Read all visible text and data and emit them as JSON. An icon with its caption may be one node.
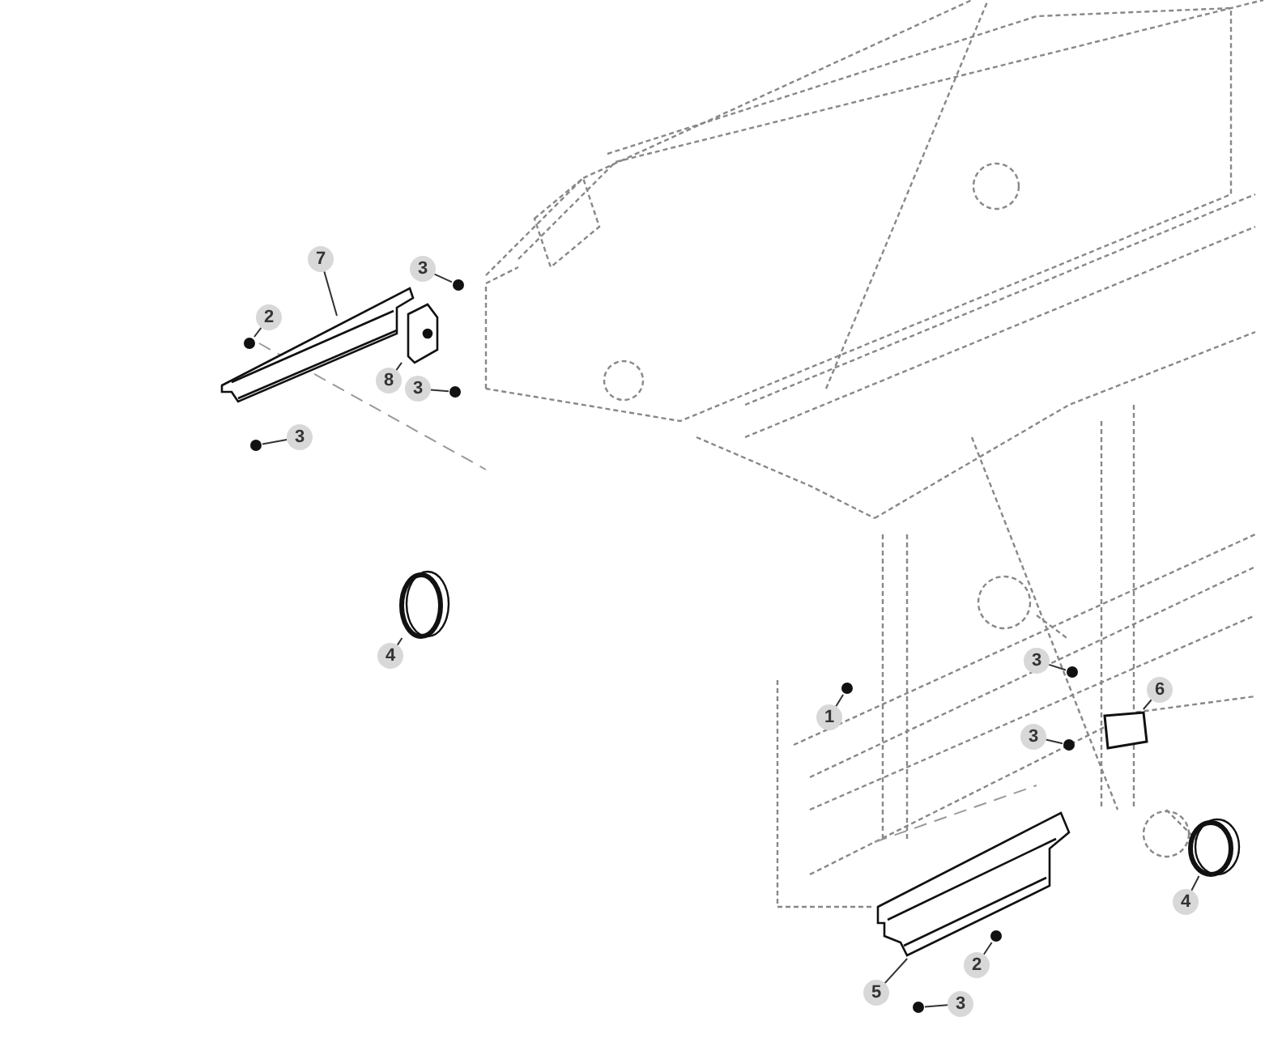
{
  "diagram": {
    "nodes": [
      {
        "text": [
          "7"
        ]
      },
      {
        "text": [],
        "shape": "picture"
      },
      {
        "text": [
          "2"
        ]
      },
      {
        "text": [],
        "shape": "circle"
      },
      {
        "text": [
          "3"
        ]
      },
      {
        "text": [],
        "shape": "circle"
      },
      {
        "text": [
          "8"
        ]
      },
      {
        "text": [],
        "shape": "picture"
      },
      {
        "text": [
          "3"
        ]
      },
      {
        "text": [],
        "shape": "circle"
      },
      {
        "text": [
          "3"
        ]
      },
      {
        "text": [],
        "shape": "circle"
      },
      {
        "text": [
          "4"
        ]
      },
      {
        "text": [],
        "shape": "picture"
      },
      {
        "text": [
          "1"
        ]
      },
      {
        "text": [],
        "shape": "circle"
      },
      {
        "text": [
          "3"
        ]
      },
      {
        "text": [],
        "shape": "circle"
      },
      {
        "text": [
          "6"
        ]
      },
      {
        "text": [],
        "shape": "box"
      },
      {
        "text": [
          "3"
        ]
      },
      {
        "text": [],
        "shape": "circle"
      },
      {
        "text": [
          "4"
        ]
      },
      {
        "text": [],
        "shape": "picture"
      },
      {
        "text": [
          "5"
        ]
      },
      {
        "text": [],
        "shape": "picture"
      },
      {
        "text": [
          "2"
        ]
      },
      {
        "text": [],
        "shape": "circle"
      },
      {
        "text": [
          "3"
        ]
      },
      {
        "text": [],
        "shape": "circle"
      }
    ],
    "edges": [
      {
        "from": 0,
        "to": 1,
        "arrow": "none"
      },
      {
        "from": 2,
        "to": 3,
        "arrow": "none"
      },
      {
        "from": 4,
        "to": 5,
        "arrow": "none"
      },
      {
        "from": 6,
        "to": 7,
        "arrow": "none"
      },
      {
        "from": 8,
        "to": 9,
        "arrow": "none"
      },
      {
        "from": 10,
        "to": 11,
        "arrow": "none"
      },
      {
        "from": 12,
        "to": 13,
        "arrow": "none"
      },
      {
        "from": 14,
        "to": 15,
        "arrow": "none"
      },
      {
        "from": 16,
        "to": 17,
        "arrow": "none"
      },
      {
        "from": 18,
        "to": 19,
        "arrow": "none"
      },
      {
        "from": 20,
        "to": 21,
        "arrow": "none"
      },
      {
        "from": 22,
        "to": 23,
        "arrow": "none"
      },
      {
        "from": 24,
        "to": 25,
        "arrow": "none"
      },
      {
        "from": 26,
        "to": 27,
        "arrow": "none"
      },
      {
        "from": 28,
        "to": 29,
        "arrow": "none"
      }
    ]
  }
}
